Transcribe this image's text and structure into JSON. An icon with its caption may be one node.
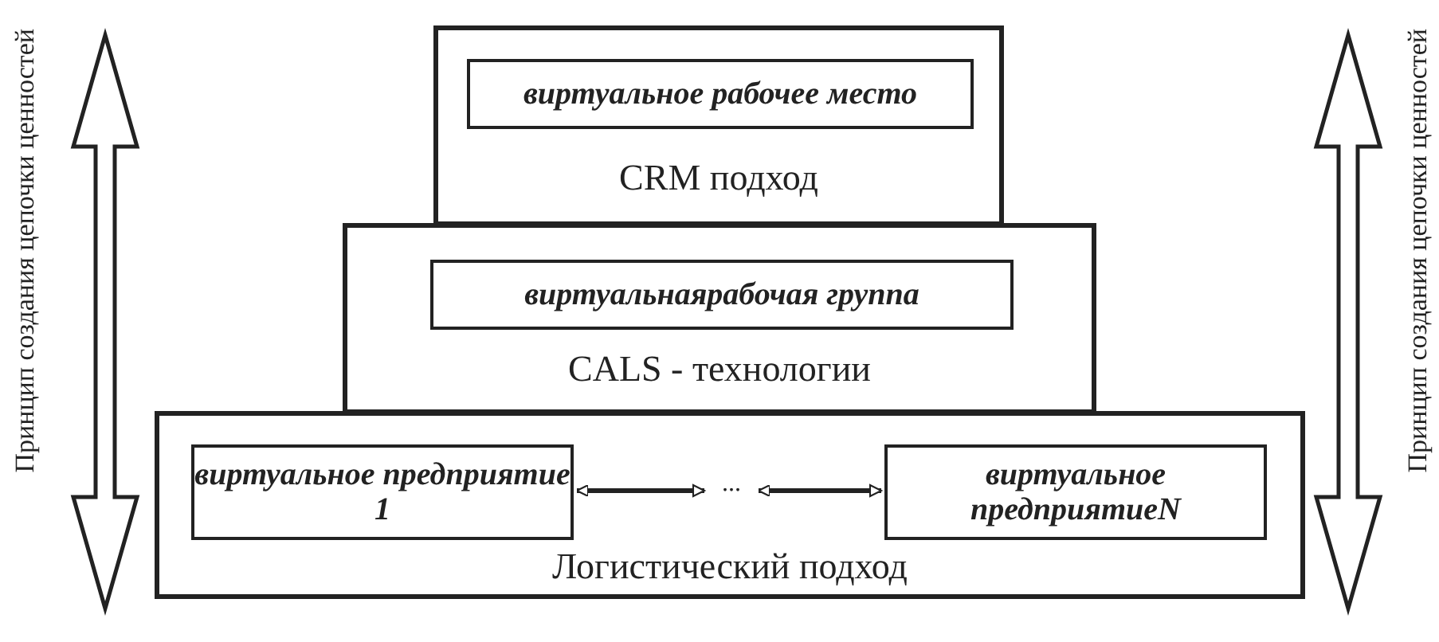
{
  "diagram": {
    "nodes": [
      {
        "text": [
          "CRM подход"
        ]
      },
      {
        "text": [
          "виртуальное рабочее место"
        ],
        "in": 0
      },
      {
        "text": [
          "CALS - технологии"
        ]
      },
      {
        "text": [
          "виртуальнаярабочая группа"
        ],
        "in": 2
      },
      {
        "text": [
          "Логистический подход"
        ]
      },
      {
        "text": [
          "виртуальное предприятие 1"
        ],
        "in": 4
      },
      {
        "text": [
          "..."
        ],
        "in": 4
      },
      {
        "text": [
          "виртуальное предприятиеN"
        ],
        "in": 4
      }
    ],
    "edges": [
      {
        "from": 5,
        "to": 6,
        "arrow": "both"
      },
      {
        "from": 6,
        "to": 7,
        "arrow": "both"
      }
    ],
    "labels": [
      "Принцип создания цепочки ценностей",
      "Принцип создания цепочки ценностей"
    ]
  }
}
